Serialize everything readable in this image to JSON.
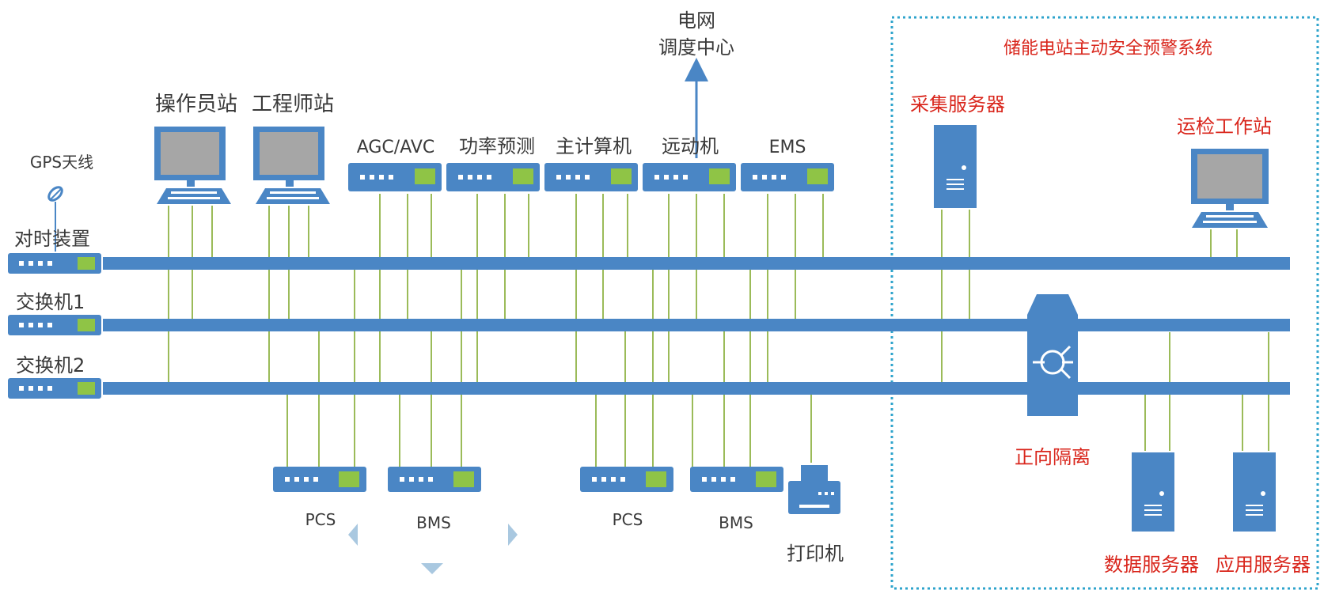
{
  "colors": {
    "bus": "#4a86c5",
    "device_fill": "#4a86c5",
    "port_fill": "#8fc446",
    "link": "#9bbb59",
    "region_border": "#2fa4cc",
    "red_label": "#d9261c",
    "label": "#3a3a3a",
    "muted": "#a9c8e0"
  },
  "top": {
    "grid_dispatch_line1": "电网",
    "grid_dispatch_line2": "调度中心",
    "operator_station": "操作员站",
    "engineer_station": "工程师站",
    "agc_avc": "AGC/AVC",
    "power_forecast": "功率预测",
    "main_computer": "主计算机",
    "telecontrol": "远动机",
    "ems": "EMS",
    "gps_antenna": "GPS天线"
  },
  "buses": {
    "time_sync": "对时装置",
    "switch1": "交换机1",
    "switch2": "交换机2"
  },
  "bottom": {
    "pcs_a": "PCS",
    "bms_a": "BMS",
    "pcs_b": "PCS",
    "bms_b": "BMS",
    "printer": "打印机"
  },
  "safety_system": {
    "title": "储能电站主动安全预警系统",
    "collection_server": "采集服务器",
    "maintenance_station": "运检工作站",
    "forward_isolation": "正向隔离",
    "data_server": "数据服务器",
    "app_server": "应用服务器"
  }
}
